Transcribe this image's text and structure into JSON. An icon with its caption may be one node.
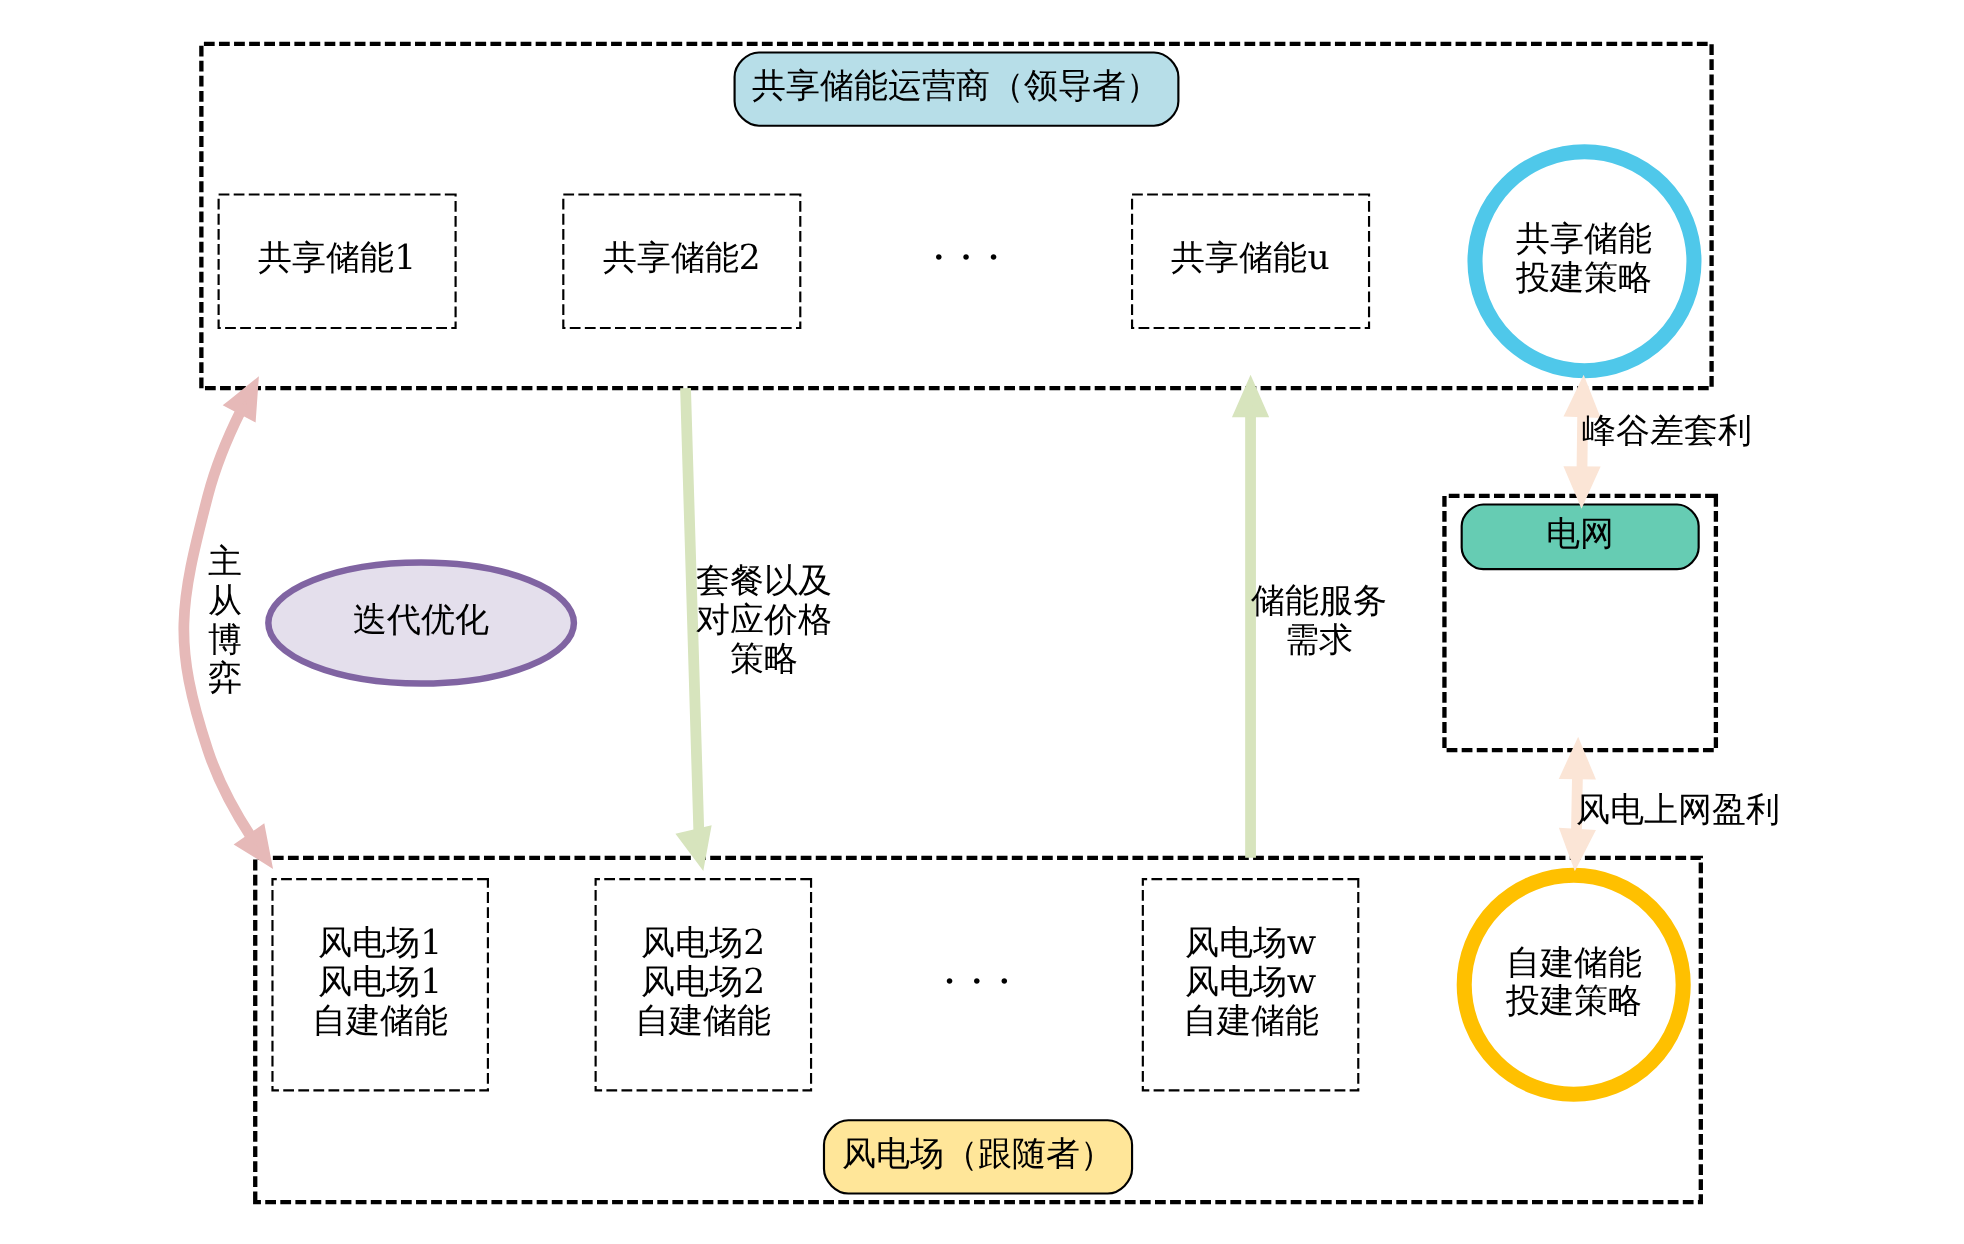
{
  "diagram": {
    "nodes": [
      {
        "text": [
          "共享储能运营商（领导者）"
        ]
      },
      {
        "text": [
          "共享储能1"
        ],
        "in": 0
      },
      {
        "text": [
          "共享储能2"
        ],
        "in": 0
      },
      {
        "text": [
          "共享储能u"
        ],
        "in": 0
      },
      {
        "text": [
          "共享储能投建策略"
        ],
        "in": 0
      },
      {
        "text": [
          "电网"
        ]
      },
      {
        "text": [
          "迭代优化"
        ]
      },
      {
        "text": [
          "风电场（跟随者）"
        ]
      },
      {
        "text": [
          "风电场1",
          "风电场1自建储能"
        ],
        "in": 7
      },
      {
        "text": [
          "风电场2",
          "风电场2自建储能"
        ],
        "in": 7
      },
      {
        "text": [
          "风电场w",
          "风电场w自建储能"
        ],
        "in": 7
      },
      {
        "text": [
          "自建储能投建策略"
        ],
        "in": 7
      }
    ],
    "edges": [
      {
        "from": 0,
        "to": 7,
        "arrow": "both",
        "label": "主从博弈",
        "color": "#e6b9b8"
      },
      {
        "from": 0,
        "to": 7,
        "arrow": "to",
        "label": "套餐以及对应价格策略",
        "color": "#d7e4bd"
      },
      {
        "from": 7,
        "to": 0,
        "arrow": "to",
        "label": "储能服务需求",
        "color": "#d7e4bd"
      },
      {
        "from": 0,
        "to": 5,
        "arrow": "both",
        "label": "峰谷差套利",
        "color": "#fbe5d6"
      },
      {
        "from": 7,
        "to": 5,
        "arrow": "both",
        "label": "风电上网盈利",
        "color": "#fbe5d6"
      }
    ],
    "labels": [
      "· · ·",
      "· · ·"
    ]
  }
}
